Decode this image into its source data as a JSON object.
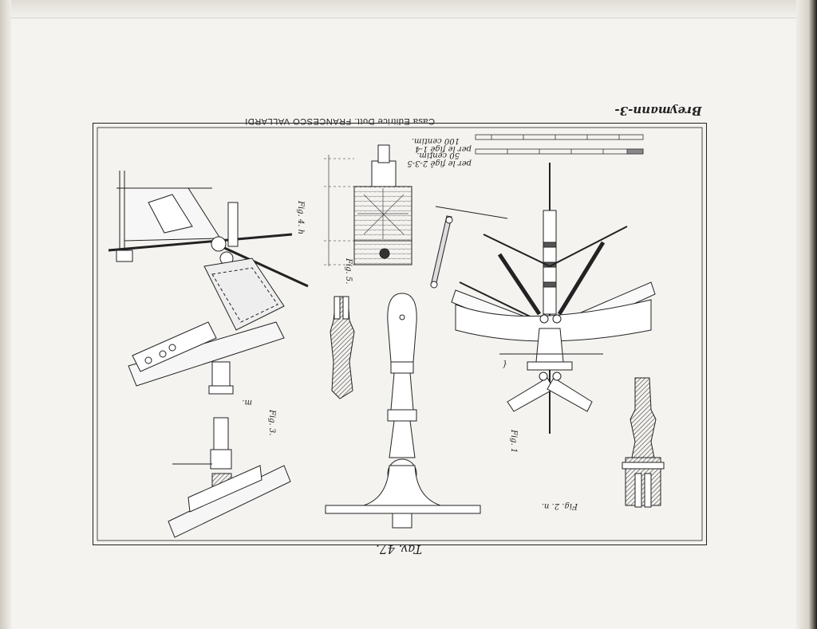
{
  "page": {
    "plate_caption": "Casa Editrice Dott. FRANCESCO VALLARDI",
    "corner_note": "Breymann-3-",
    "plate_number": "Tav. 47."
  },
  "scales": {
    "scale_a_label": "per le figê 1-4",
    "scale_a_unit": "100 centim.",
    "scale_b_label": "per le figê 2-3-5",
    "scale_b_unit": "50 centim."
  },
  "figures": {
    "fig1": "Fig. 1",
    "fig2": "Fig. 2. n.",
    "fig3": "Fig. 3.",
    "fig3_sub": "m.",
    "fig4": "Fig. 4. h",
    "fig5": "Fig. 5."
  },
  "colors": {
    "paper": "#f4f3f0",
    "ink": "#222222",
    "hatch": "#555555"
  }
}
